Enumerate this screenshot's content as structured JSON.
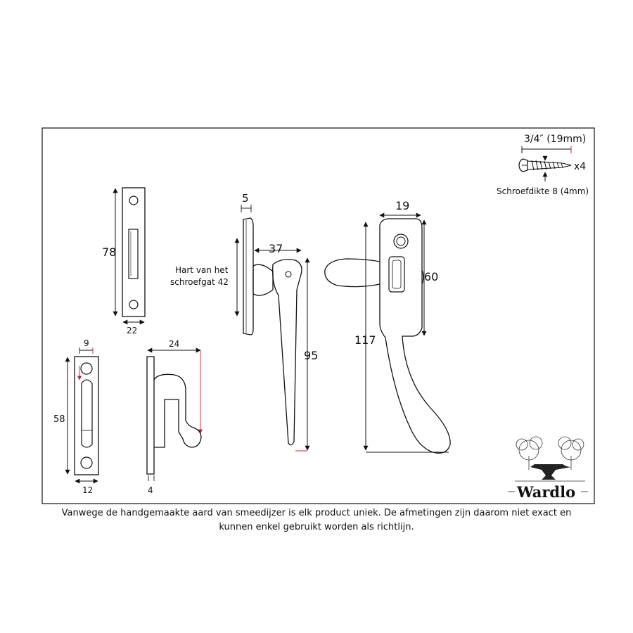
{
  "screw": {
    "length": "3/4″ (19mm)",
    "quantity": "x4",
    "thickness": "Schroefdikte 8 (4mm)"
  },
  "striker_plate": {
    "height": "78",
    "width": "22"
  },
  "mortice_plate": {
    "height": "58",
    "width": "12",
    "slot_offset": "9"
  },
  "hook_keep": {
    "projection": "24",
    "thickness": "4"
  },
  "handle_side": {
    "plate_thickness": "5",
    "projection": "37",
    "length": "95",
    "screw_label_line1": "Hart van het",
    "screw_label_line2": "schroefgat 42"
  },
  "handle_front": {
    "width": "19",
    "plate_height": "60",
    "total_length": "117"
  },
  "brand": {
    "name": "Wardlo"
  },
  "disclaimer": {
    "line1": "Vanwege de handgemaakte aard van smeedijzer is elk product uniek. De afmetingen zijn daarom niet exact en",
    "line2": "kunnen enkel gebruikt worden als richtlijn."
  }
}
